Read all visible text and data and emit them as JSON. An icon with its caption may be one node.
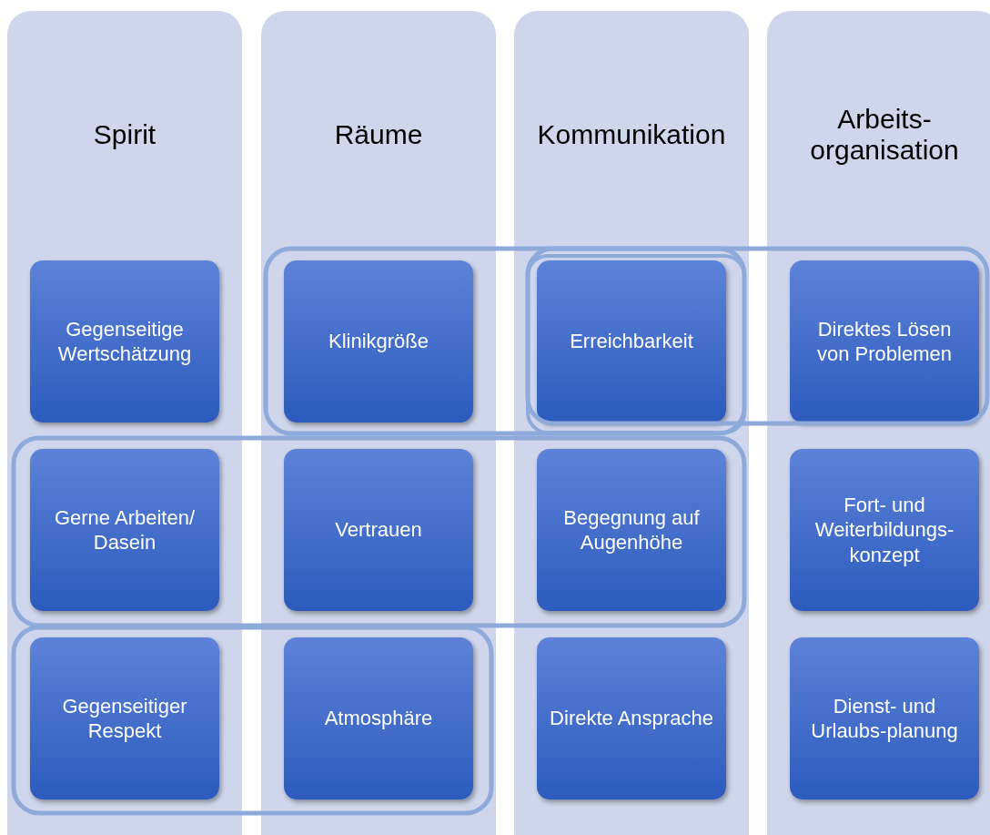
{
  "diagram": {
    "nodes": [
      {
        "text": [
          "Spirit"
        ]
      },
      {
        "text": [
          "Gegenseitige Wertschätzung"
        ],
        "in": 0
      },
      {
        "text": [
          "Gerne Arbeiten/ Dasein"
        ],
        "in": 0
      },
      {
        "text": [
          "Gegenseitiger Respekt"
        ],
        "in": 0
      },
      {
        "text": [
          "Räume"
        ]
      },
      {
        "text": [
          "Klinikgröße"
        ],
        "in": 4
      },
      {
        "text": [
          "Vertrauen"
        ],
        "in": 4
      },
      {
        "text": [
          "Atmosphäre"
        ],
        "in": 4
      },
      {
        "text": [
          "Kommunikation"
        ]
      },
      {
        "text": [
          "Erreichbarkeit"
        ],
        "in": 8
      },
      {
        "text": [
          "Begegnung auf Augenhöhe"
        ],
        "in": 8
      },
      {
        "text": [
          "Direkte Ansprache"
        ],
        "in": 8
      },
      {
        "text": [
          "Arbeits-organisation"
        ]
      },
      {
        "text": [
          "Direktes Lösen von Problemen"
        ],
        "in": 12
      },
      {
        "text": [
          "Fort- und Weiterbildungs-konzept"
        ],
        "in": 12
      },
      {
        "text": [
          "Dienst- und Urlaubs-planung"
        ],
        "in": 12
      }
    ]
  }
}
